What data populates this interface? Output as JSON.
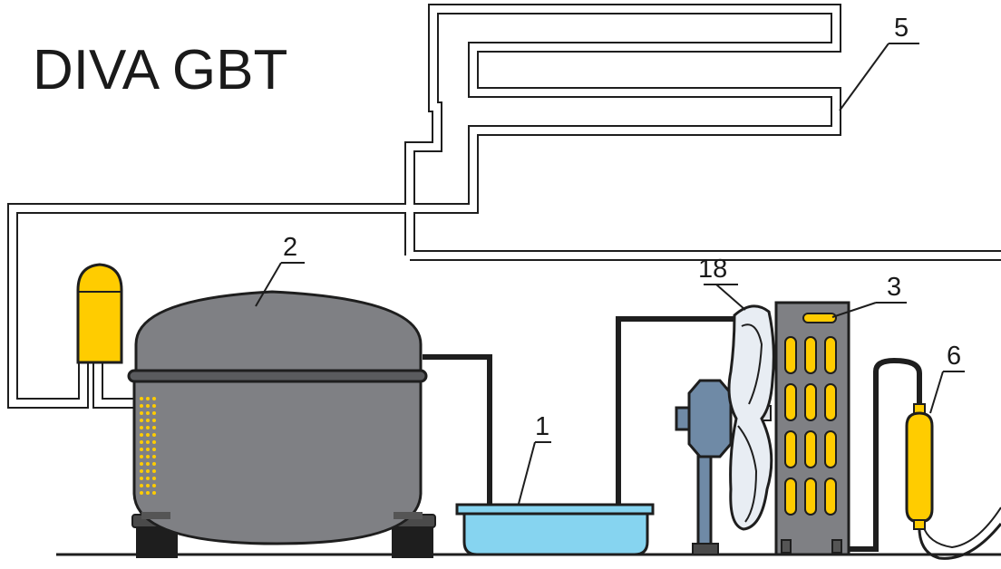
{
  "title": "DIVA GBT",
  "callouts": {
    "c1": "1",
    "c2": "2",
    "c3": "3",
    "c5": "5",
    "c6": "6",
    "c18": "18"
  },
  "colors": {
    "compressor": "#7f8084",
    "outline": "#1e1e1e",
    "yellow": "#ffcc00",
    "tray": "#86d4f0",
    "fan_blade": "#e8edf3",
    "motor": "#6f8aa6"
  }
}
